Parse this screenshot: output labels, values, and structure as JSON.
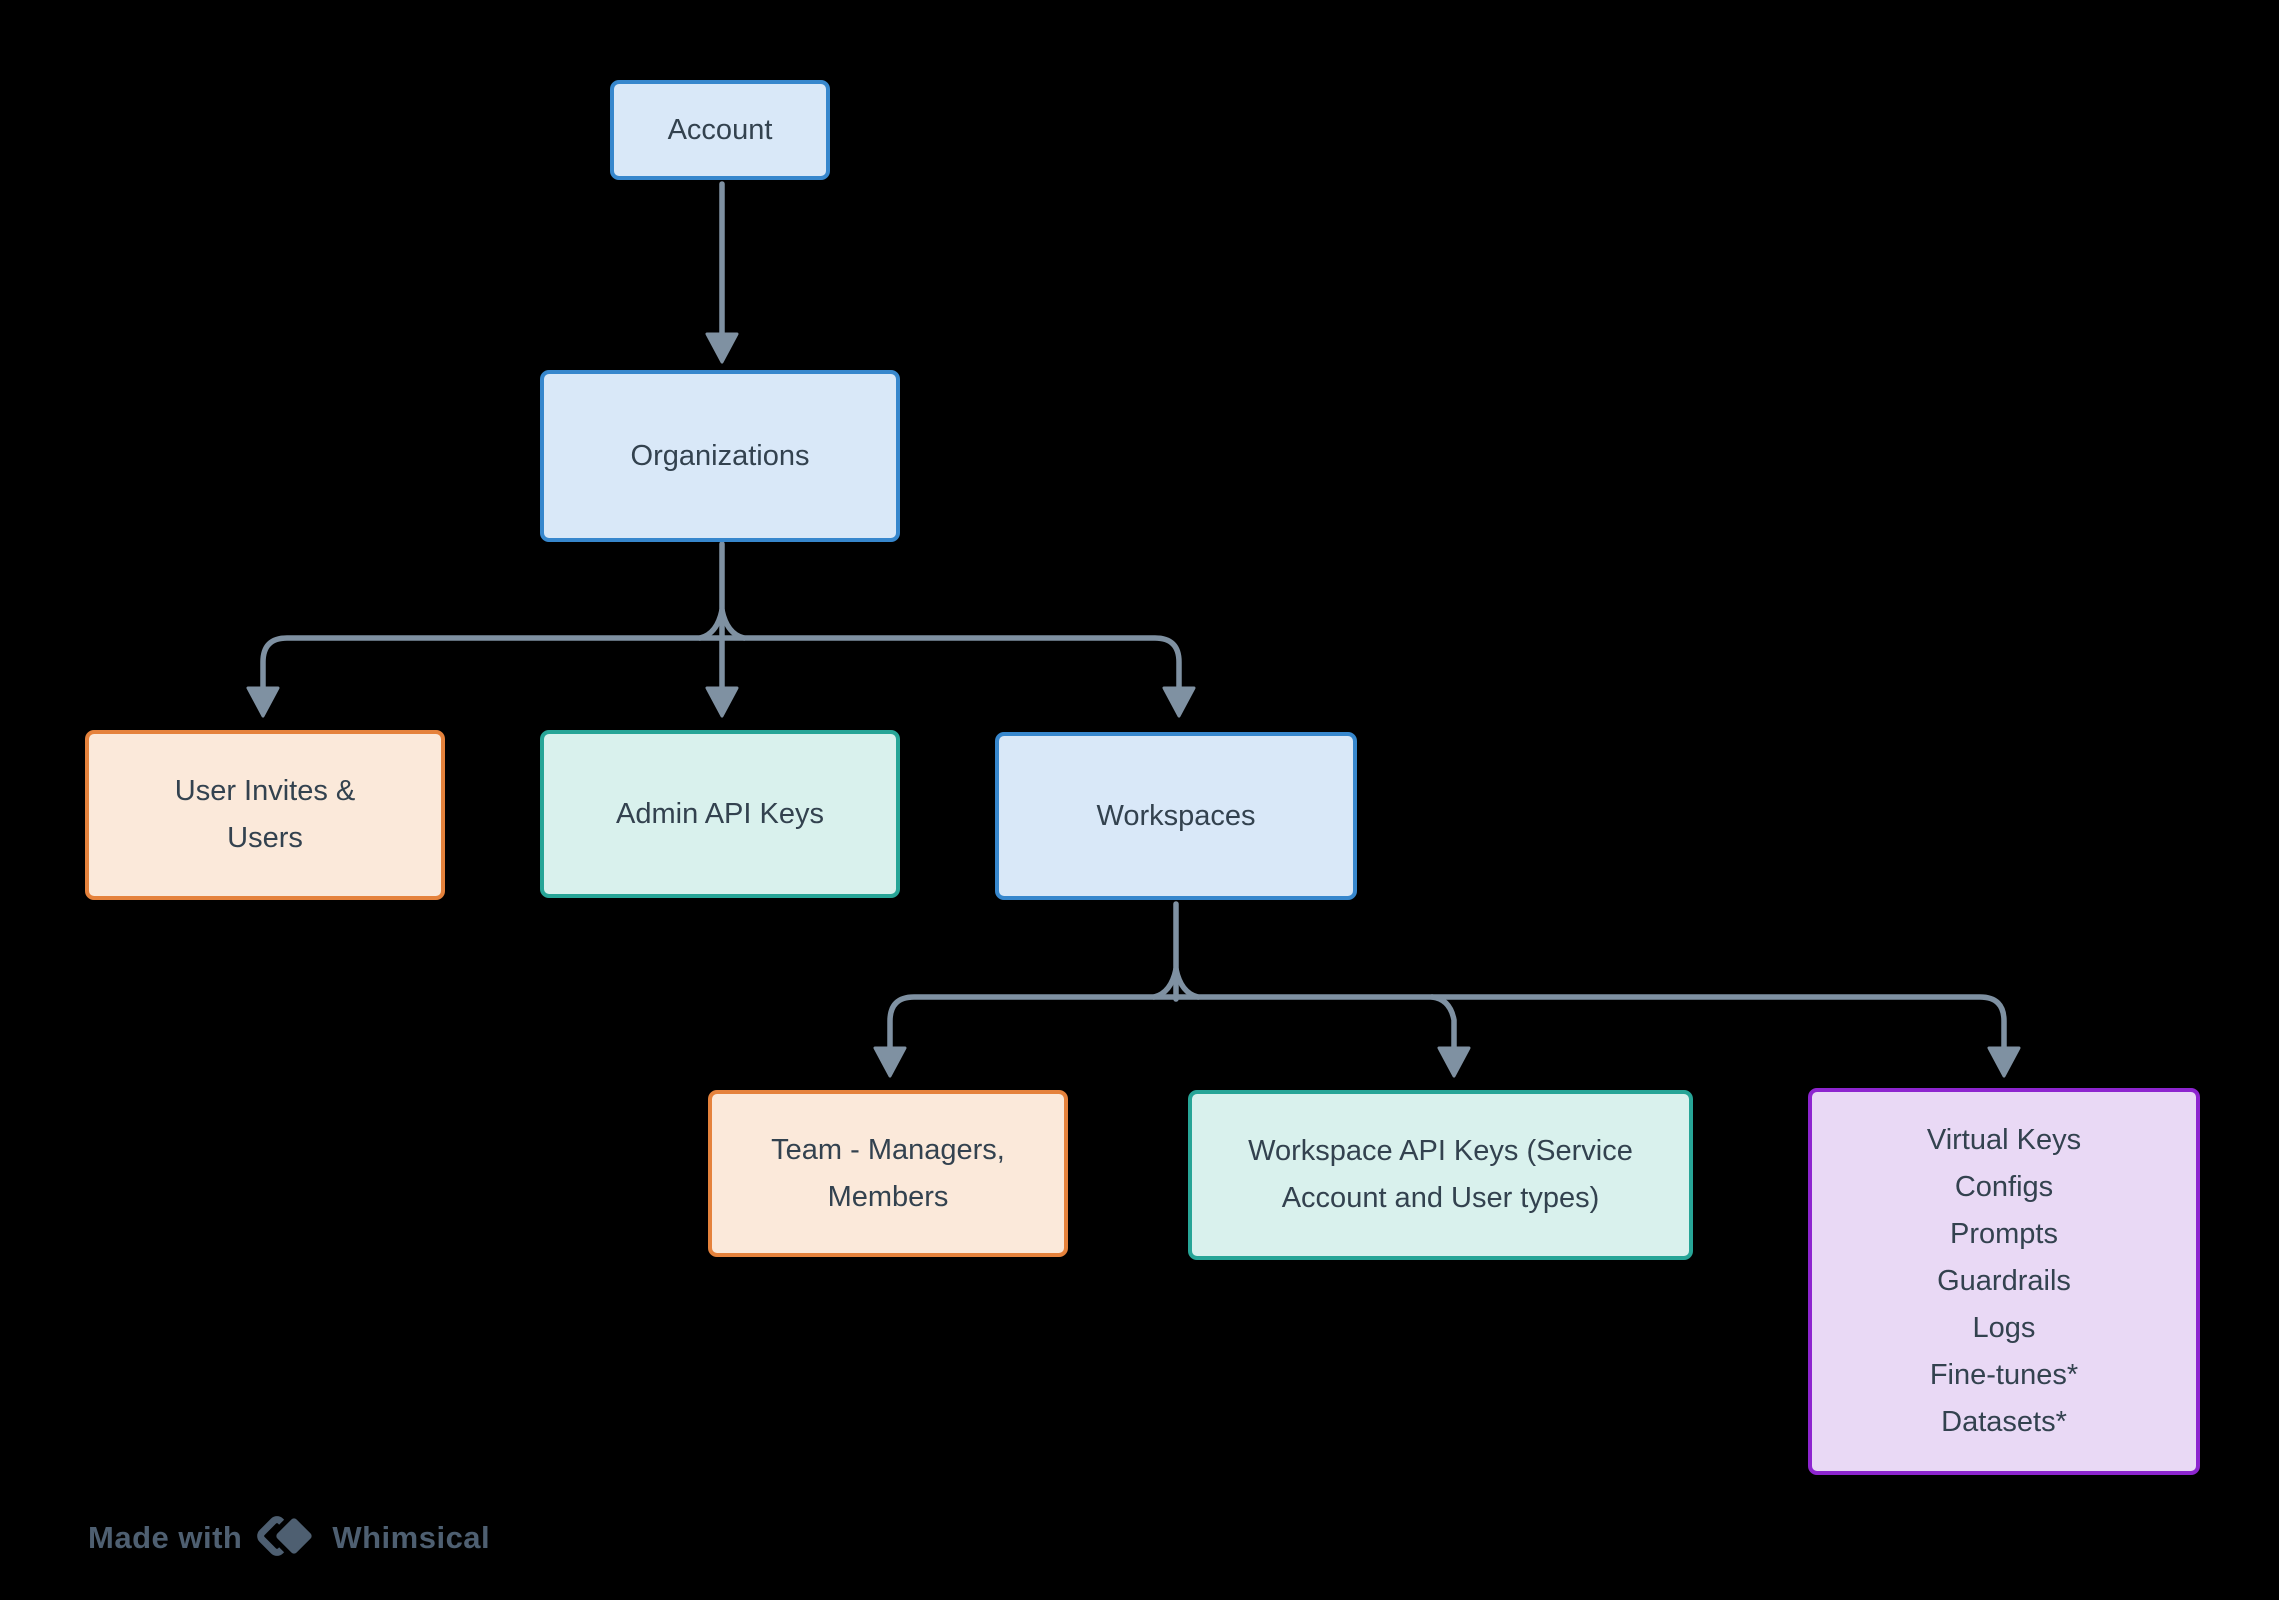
{
  "colors": {
    "canvas-bg": "#000000",
    "text": "#33424f",
    "connector": "#7f91a2",
    "blue-fill": "#d9e8f8",
    "blue-border": "#3787cd",
    "orange-fill": "#fbe9da",
    "orange-border": "#e5823c",
    "teal-fill": "#d9f1ed",
    "teal-border": "#27a597",
    "purple-fill": "#e9d9f5",
    "purple-border": "#8d25cf",
    "logo": "#4e5f71"
  },
  "diagram": {
    "nodes": {
      "account": {
        "label": "Account"
      },
      "organizations": {
        "label": "Organizations"
      },
      "user_invites": {
        "line1": "User Invites &",
        "line2": "Users"
      },
      "admin_api_keys": {
        "label": "Admin API Keys"
      },
      "workspaces": {
        "label": "Workspaces"
      },
      "team": {
        "line1": "Team - Managers,",
        "line2": "Members"
      },
      "workspace_api_keys": {
        "line1": "Workspace API Keys (Service",
        "line2": "Account and User types)"
      },
      "workspace_resources": {
        "lines": [
          "Virtual Keys",
          "Configs",
          "Prompts",
          "Guardrails",
          "Logs",
          "Fine-tunes*",
          "Datasets*"
        ]
      }
    },
    "edges": [
      "account -> organizations",
      "organizations -> user_invites",
      "organizations -> admin_api_keys",
      "organizations -> workspaces",
      "workspaces -> team",
      "workspaces -> workspace_api_keys",
      "workspaces -> workspace_resources"
    ]
  },
  "footer": {
    "made_with": "Made with",
    "brand": "Whimsical"
  }
}
